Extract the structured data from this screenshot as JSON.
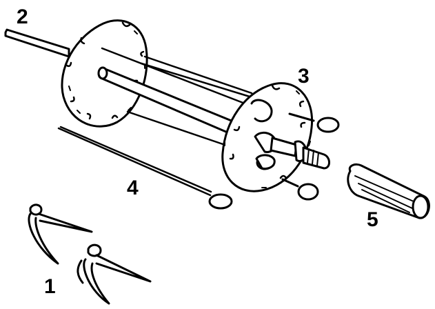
{
  "diagram": {
    "colors": {
      "ink": "#000000",
      "paper": "#ffffff"
    },
    "labels": {
      "forks": "1",
      "spit_rod": "2",
      "disc_assembly": "3",
      "skewer": "4",
      "handle": "5"
    }
  }
}
